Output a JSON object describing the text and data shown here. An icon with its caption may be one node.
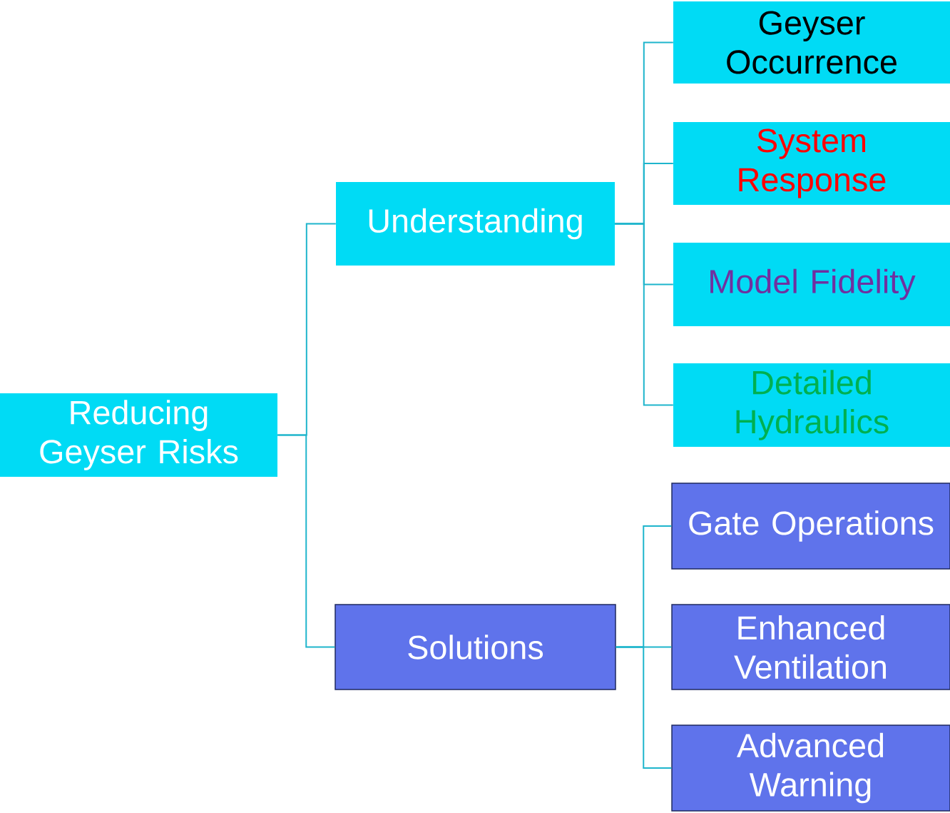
{
  "diagram": {
    "nodes": [
      {
        "text": [
          "Reducing Geyser Risks"
        ]
      },
      {
        "text": [
          "Understanding"
        ]
      },
      {
        "text": [
          "Solutions"
        ]
      },
      {
        "text": [
          "Geyser Occurrence"
        ]
      },
      {
        "text": [
          "System Response"
        ]
      },
      {
        "text": [
          "Model Fidelity"
        ]
      },
      {
        "text": [
          "Detailed Hydraulics"
        ]
      },
      {
        "text": [
          "Gate Operations"
        ]
      },
      {
        "text": [
          "Enhanced Ventilation"
        ]
      },
      {
        "text": [
          "Advanced Warning"
        ]
      }
    ],
    "edges": [
      {
        "from": 0,
        "to": 1,
        "arrow": "none"
      },
      {
        "from": 0,
        "to": 2,
        "arrow": "none"
      },
      {
        "from": 1,
        "to": 3,
        "arrow": "none"
      },
      {
        "from": 1,
        "to": 4,
        "arrow": "none"
      },
      {
        "from": 1,
        "to": 5,
        "arrow": "none"
      },
      {
        "from": 1,
        "to": 6,
        "arrow": "none"
      },
      {
        "from": 2,
        "to": 7,
        "arrow": "none"
      },
      {
        "from": 2,
        "to": 8,
        "arrow": "none"
      },
      {
        "from": 2,
        "to": 9,
        "arrow": "none"
      }
    ]
  }
}
